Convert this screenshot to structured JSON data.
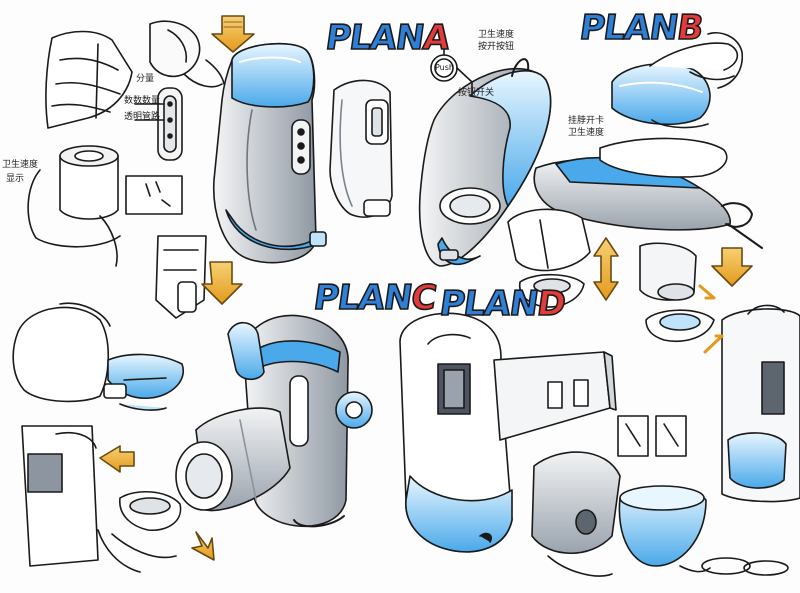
{
  "plans": {
    "a": {
      "prefix": "PLAN",
      "letter": "A"
    },
    "b": {
      "prefix": "PLAN",
      "letter": "B"
    },
    "c": {
      "prefix": "PLAN",
      "letter": "C"
    },
    "d": {
      "prefix": "PLAN",
      "letter": "D"
    }
  },
  "annotations": {
    "plan_b_top_1": "卫生速度",
    "plan_b_top_2": "按开按钮",
    "plan_b_push": "Push",
    "plan_b_push_side": "按钮开关",
    "plan_b_right_1": "挂脖开卡",
    "plan_b_right_2": "卫生速度",
    "left_top_1": "分量",
    "left_top_2": "数数数量",
    "left_top_3": "透明管路",
    "left_mid_1": "卫生速度",
    "left_mid_2": "显示"
  },
  "colors": {
    "accent_blue": "#3aa3e6",
    "light_blue": "#bfe3fb",
    "plan_red": "#e23b3b",
    "arrow_yellow": "#f2b43a",
    "outline": "#1a1a1a",
    "shade_grey": "#9aa3ad"
  }
}
